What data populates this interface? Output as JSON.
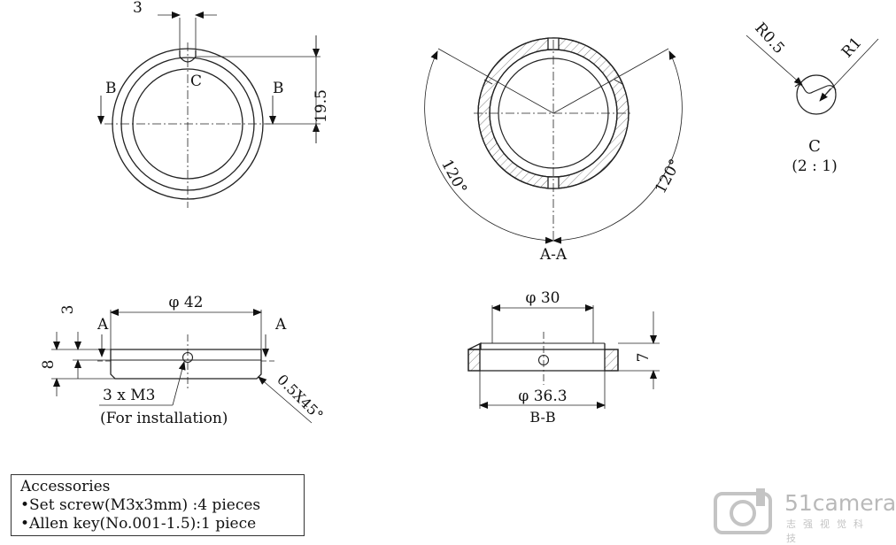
{
  "labels": {
    "keyway_width": "3",
    "height_dim": "19.5",
    "detail_c_marker": "C",
    "section_b_left": "B",
    "section_b_right": "B",
    "angle_left": "120°",
    "angle_right": "120°",
    "section_aa": "A-A",
    "radius_small": "R0.5",
    "radius_large": "R1",
    "detail_c_title": "C",
    "detail_c_scale": "(2 : 1)",
    "thread_depth": "3",
    "total_height": "8",
    "section_a_left": "A",
    "section_a_right": "A",
    "outer_diameter": "φ 42",
    "screw_callout": "3 x M3",
    "screw_note": "(For installation)",
    "chamfer": "0.5X45°",
    "inner_diameter": "φ 30",
    "base_diameter": "φ 36.3",
    "section_thickness": "7",
    "section_bb": "B-B"
  },
  "accessories": {
    "title": "Accessories",
    "items": [
      "•Set screw(M3x3mm)  :4 pieces",
      "•Allen key(No.001-1.5):1 piece"
    ]
  },
  "logo": {
    "text": "51camera",
    "subtext": "志强视觉科技"
  },
  "colors": {
    "line": "#222222",
    "logo": "#b9b9b9"
  }
}
